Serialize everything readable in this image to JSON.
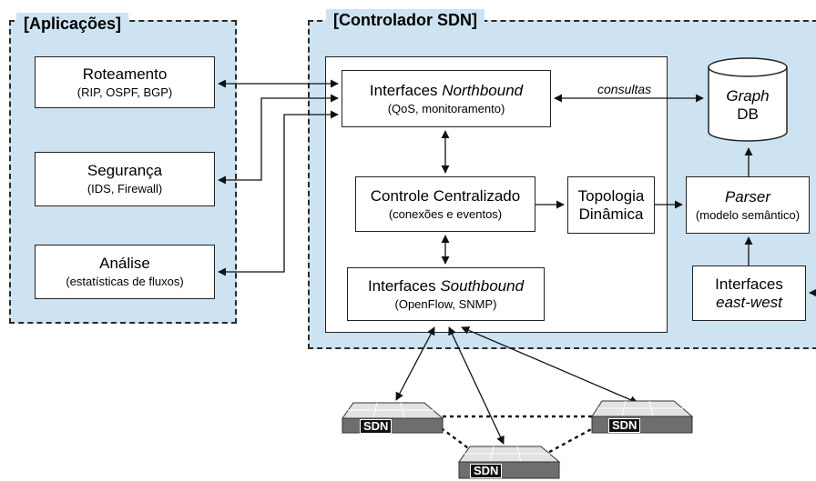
{
  "apps": {
    "title": "[Aplicações]",
    "routing": {
      "main": "Roteamento",
      "sub": "(RIP, OSPF, BGP)"
    },
    "security": {
      "main": "Segurança",
      "sub": "(IDS, Firewall)"
    },
    "analysis": {
      "main": "Análise",
      "sub": "(estatísticas de fluxos)"
    }
  },
  "controller": {
    "title": "[Controlador SDN]",
    "northbound": {
      "main_prefix": "Interfaces ",
      "main_em": "Northbound",
      "sub": "(QoS, monitoramento)"
    },
    "central": {
      "main": "Controle Centralizado",
      "sub": "(conexões e eventos)"
    },
    "southbound": {
      "main_prefix": "Interfaces ",
      "main_em": "Southbound",
      "sub": "(OpenFlow, SNMP)"
    },
    "topology": {
      "line1": "Topologia",
      "line2": "Dinâmica"
    },
    "parser": {
      "main": "Parser",
      "sub": "(modelo semântico)"
    },
    "eastwest": {
      "line1": "Interfaces",
      "line2": "east-west"
    },
    "graphdb": {
      "line1": "Graph",
      "line2": "DB"
    },
    "queries_label": "consultas"
  },
  "switches": [
    {
      "label": "SDN"
    },
    {
      "label": "SDN"
    },
    {
      "label": "SDN"
    }
  ]
}
